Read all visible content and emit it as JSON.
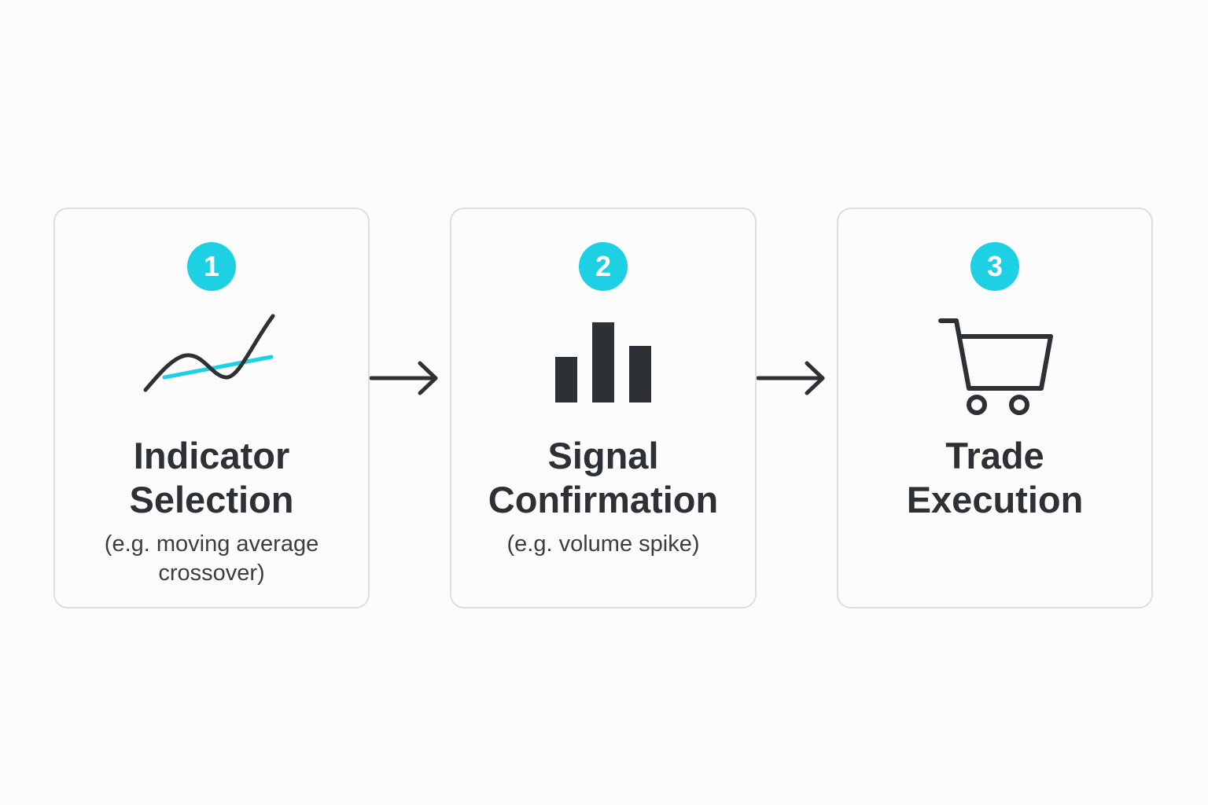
{
  "colors": {
    "accent": "#1ed0e4",
    "ink": "#2d3035",
    "border": "#dedede"
  },
  "steps": [
    {
      "number": "1",
      "icon": "line-chart-crossover-icon",
      "title_line1": "Indicator",
      "title_line2": "Selection",
      "subtitle_line1": "(e.g. moving average",
      "subtitle_line2": "crossover)"
    },
    {
      "number": "2",
      "icon": "bar-chart-icon",
      "title_line1": "Signal",
      "title_line2": "Confirmation",
      "subtitle_line1": "(e.g. volume spike)",
      "subtitle_line2": ""
    },
    {
      "number": "3",
      "icon": "shopping-cart-icon",
      "title_line1": "Trade",
      "title_line2": "Execution",
      "subtitle_line1": "",
      "subtitle_line2": ""
    }
  ],
  "arrows": [
    "arrow-right-icon",
    "arrow-right-icon"
  ]
}
